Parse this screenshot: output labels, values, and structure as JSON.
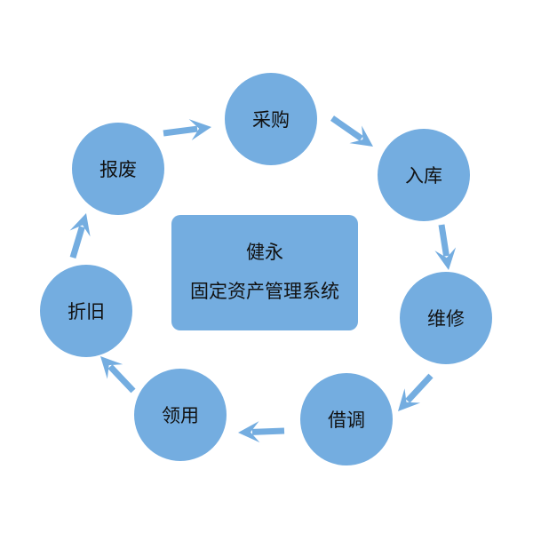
{
  "colors": {
    "fill": "#74ade0",
    "text": "#111111"
  },
  "center": {
    "line1": "健永",
    "line2": "固定资产管理系统"
  },
  "nodes": [
    "采购",
    "入库",
    "维修",
    "借调",
    "领用",
    "折旧",
    "报废"
  ]
}
